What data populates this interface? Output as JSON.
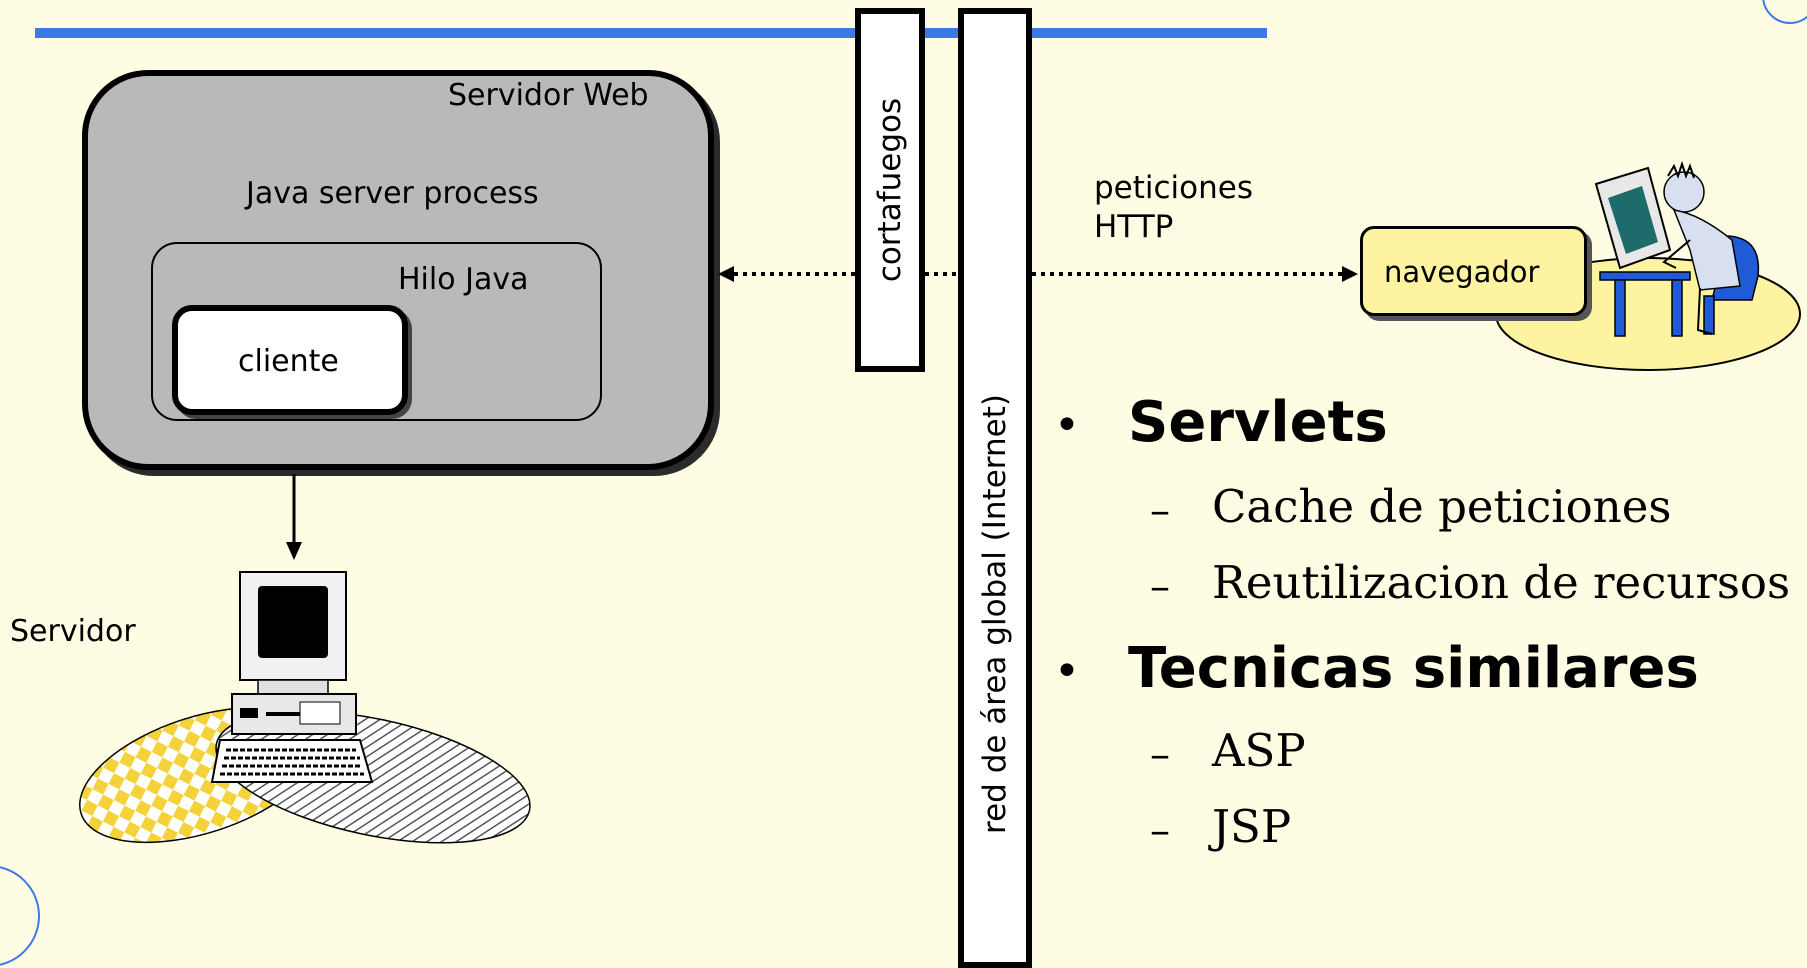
{
  "diagram": {
    "servidor_web_label": "Servidor Web",
    "java_process_label": "Java server process",
    "hilo_label": "Hilo Java",
    "cliente_label": "cliente",
    "servidor_label": "Servidor",
    "firewall_label": "cortafuegos",
    "internet_label": "red de área global (Internet)",
    "peticiones_line1": "peticiones",
    "peticiones_line2": "HTTP",
    "navegador_label": "navegador"
  },
  "bullets": [
    {
      "title": "Servlets",
      "items": [
        "Cache de peticiones",
        "Reutilizacion de recursos"
      ]
    },
    {
      "title": "Tecnicas similares",
      "items": [
        "ASP",
        "JSP"
      ]
    }
  ],
  "colors": {
    "background": "#fefde4",
    "accent_line": "#3f78e6",
    "server_box": "#b9b9b9",
    "navegador_box": "#fdf3a0"
  }
}
